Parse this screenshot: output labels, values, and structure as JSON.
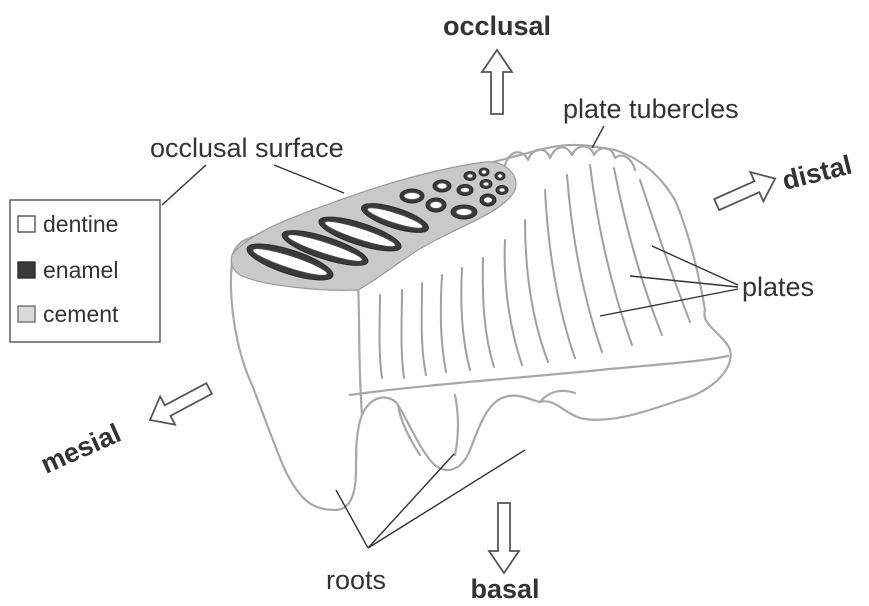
{
  "labels": {
    "occlusal": "occlusal",
    "basal": "basal",
    "distal": "distal",
    "mesial": "mesial",
    "plate_tubercles": "plate tubercles",
    "occlusal_surface": "occlusal surface",
    "plates": "plates",
    "roots": "roots"
  },
  "legend": {
    "items": [
      {
        "label": "dentine",
        "swatch_color": "#ffffff"
      },
      {
        "label": "enamel",
        "swatch_color": "#3a3a3a"
      },
      {
        "label": "cement",
        "swatch_color": "#d9d9d9"
      }
    ]
  }
}
